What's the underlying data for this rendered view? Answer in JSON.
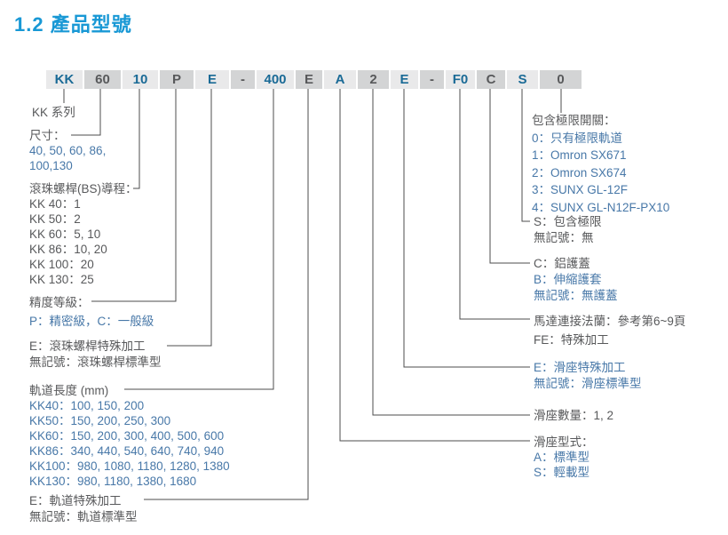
{
  "title": "1.2 產品型號",
  "colors": {
    "accent_title": "#1898d5",
    "code_text": "#1a6a96",
    "box_light": "#e9e9ea",
    "box_dark": "#d3d4d5",
    "text_dark": "#58595b",
    "text_blue": "#4878a8",
    "line": "#4c4c4e"
  },
  "code_segments": [
    "KK",
    "60",
    "10",
    "P",
    "E",
    "-",
    "400",
    "E",
    "A",
    "2",
    "E",
    "-",
    "F0",
    "C",
    "S",
    "0"
  ],
  "left": {
    "series": {
      "label": "KK 系列"
    },
    "size": {
      "header": "尺寸：",
      "values": [
        "40, 50, 60, 86,",
        "100,130"
      ]
    },
    "lead": {
      "header": "滾珠螺桿(BS)導程：",
      "items": [
        "KK 40：1",
        "KK 50：2",
        "KK 60：5, 10",
        "KK 86：10, 20",
        "KK 100：20",
        "KK 130：25"
      ]
    },
    "precision": {
      "header": "精度等級：",
      "detail": "P：精密級，C：一般級"
    },
    "ballscrew_special": {
      "line1": "E：滾珠螺桿特殊加工",
      "line2": "無記號：滾珠螺桿標準型"
    },
    "rail_length": {
      "header": "軌道長度 (mm)",
      "items": [
        "KK40：100, 150, 200",
        "KK50：150, 200, 250, 300",
        "KK60：150, 200, 300,  400,  500, 600",
        "KK86：340, 440, 540, 640, 740, 940",
        "KK100：980, 1080, 1180, 1280, 1380",
        "KK130：980, 1180, 1380, 1680"
      ]
    },
    "rail_special": {
      "line1": "E：軌道特殊加工",
      "line2": "無記號：軌道標準型"
    }
  },
  "right": {
    "limit_switch": {
      "header": "包含極限開關：",
      "items": [
        "0：只有極限軌道",
        "1：Omron SX671",
        "2：Omron SX674",
        "3：SUNX GL-12F",
        "4：SUNX GL-N12F-PX10"
      ]
    },
    "limit": {
      "line1": "S：包含極限",
      "line2": "無記號：無"
    },
    "cover": {
      "line1": "C：鋁護蓋",
      "line2": "B：伸縮護套",
      "line3": "無記號：無護蓋"
    },
    "motor_flange": {
      "line1": "馬達連接法蘭：參考第6~9頁",
      "line2": "FE：特殊加工"
    },
    "block_special": {
      "line1": "E：滑座特殊加工",
      "line2": "無記號：滑座標準型"
    },
    "block_qty": {
      "line1": "滑座數量：1, 2"
    },
    "block_type": {
      "header": "滑座型式：",
      "items": [
        "A：標準型",
        "S：輕載型"
      ]
    }
  }
}
